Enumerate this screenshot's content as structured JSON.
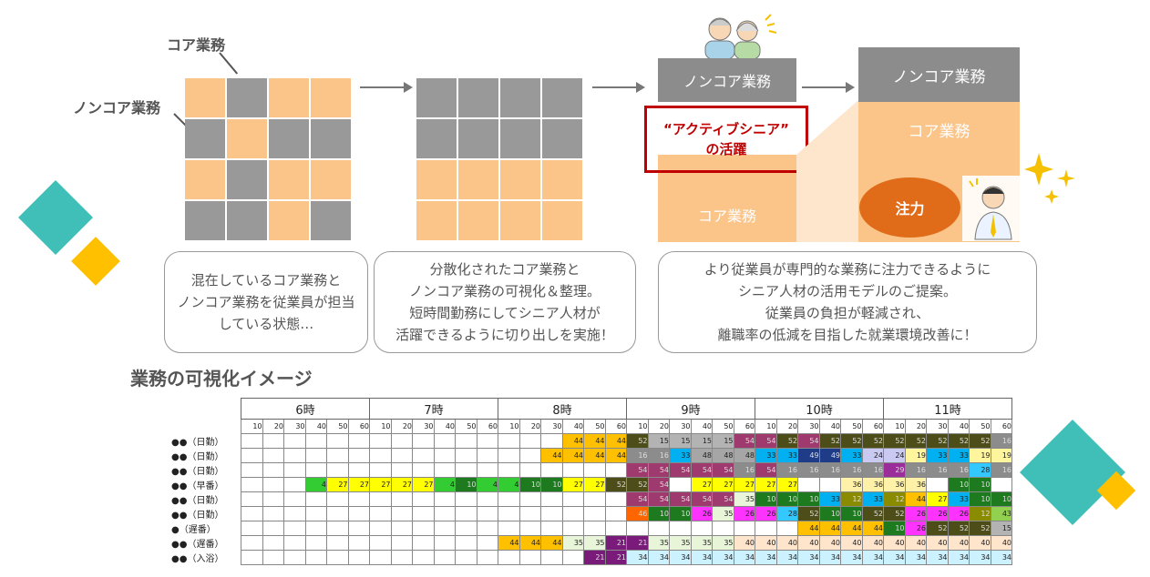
{
  "top_labels": {
    "core": "コア業務",
    "noncore": "ノンコア業務"
  },
  "stage3": {
    "noncore": "ノンコア業務",
    "tag_line1": "“アクティブシニア”",
    "tag_line2": "の活躍",
    "core": "コア業務"
  },
  "stage4": {
    "noncore": "ノンコア業務",
    "core": "コア業務",
    "focus": "注力"
  },
  "descriptions": [
    [
      "混在しているコア業務と",
      "ノンコア業務を従業員が担当",
      "している状態…"
    ],
    [
      "分散化されたコア業務と",
      "ノンコア業務の可視化＆整理。",
      "短時間勤務にしてシニア人材が",
      "活躍できるように切り出しを実施！"
    ],
    [
      "より従業員が専門的な業務に注力できるように",
      "シニア人材の活用モデルのご提案。",
      "従業員の負担が軽減され、",
      "離職率の低減を目指した就業環境改善に！"
    ]
  ],
  "schedule_title": "業務の可視化イメージ",
  "schedule": {
    "hours": [
      "6時",
      "7時",
      "8時",
      "9時",
      "10時",
      "11時"
    ],
    "minutes": [
      "10",
      "20",
      "30",
      "40",
      "50",
      "60"
    ],
    "rows": [
      {
        "label": "●●（日勤）",
        "cells": [
          "",
          "",
          "",
          "",
          "",
          "",
          "",
          "",
          "",
          "",
          "",
          "",
          "",
          "",
          "",
          "44",
          "44",
          "44",
          "52",
          "15",
          "15",
          "15",
          "15",
          "54",
          "54",
          "52",
          "54",
          "52",
          "52",
          "52",
          "52",
          "52",
          "52",
          "52",
          "52",
          "16"
        ]
      },
      {
        "label": "●●（日勤）",
        "cells": [
          "",
          "",
          "",
          "",
          "",
          "",
          "",
          "",
          "",
          "",
          "",
          "",
          "",
          "",
          "44",
          "44",
          "44",
          "44",
          "16",
          "16",
          "33",
          "48",
          "48",
          "48",
          "33",
          "33",
          "49",
          "49",
          "33",
          "24",
          "24",
          "19",
          "33",
          "33",
          "19",
          "19"
        ]
      },
      {
        "label": "●●（日勤）",
        "cells": [
          "",
          "",
          "",
          "",
          "",
          "",
          "",
          "",
          "",
          "",
          "",
          "",
          "",
          "",
          "",
          "",
          "",
          "",
          "54",
          "54",
          "54",
          "54",
          "54",
          "16",
          "54",
          "16",
          "16",
          "16",
          "16",
          "16",
          "29",
          "16",
          "16",
          "16",
          "28",
          "16"
        ]
      },
      {
        "label": "●●（早番）",
        "cells": [
          "",
          "",
          "",
          "4",
          "27",
          "27",
          "27",
          "27",
          "27",
          "4",
          "10",
          "4",
          "4",
          "10",
          "10",
          "27",
          "27",
          "52",
          "52",
          "54",
          "",
          "27",
          "27",
          "27",
          "27",
          "27",
          "",
          "",
          "36",
          "36",
          "36",
          "36",
          "",
          "10",
          "10",
          ""
        ]
      },
      {
        "label": "●●（日勤）",
        "cells": [
          "",
          "",
          "",
          "",
          "",
          "",
          "",
          "",
          "",
          "",
          "",
          "",
          "",
          "",
          "",
          "",
          "",
          "",
          "54",
          "54",
          "54",
          "54",
          "54",
          "35",
          "10",
          "10",
          "10",
          "33",
          "12",
          "33",
          "12",
          "44",
          "27",
          "33",
          "10",
          "10"
        ]
      },
      {
        "label": "●●（日勤）",
        "cells": [
          "",
          "",
          "",
          "",
          "",
          "",
          "",
          "",
          "",
          "",
          "",
          "",
          "",
          "",
          "",
          "",
          "",
          "",
          "46",
          "10",
          "10",
          "26",
          "35",
          "26",
          "26",
          "28",
          "52",
          "10",
          "10",
          "52",
          "52",
          "26",
          "26",
          "26",
          "12",
          "43"
        ]
      },
      {
        "label": "●（遅番）",
        "cells": [
          "",
          "",
          "",
          "",
          "",
          "",
          "",
          "",
          "",
          "",
          "",
          "",
          "",
          "",
          "",
          "",
          "",
          "",
          "",
          "",
          "",
          "",
          "",
          "",
          "",
          "",
          "44",
          "44",
          "44",
          "44",
          "10",
          "26",
          "52",
          "52",
          "52",
          "15"
        ]
      },
      {
        "label": "●●（遅番）",
        "cells": [
          "",
          "",
          "",
          "",
          "",
          "",
          "",
          "",
          "",
          "",
          "",
          "",
          "44",
          "44",
          "44",
          "35",
          "35",
          "21",
          "21",
          "35",
          "35",
          "35",
          "35",
          "40",
          "40",
          "40",
          "40",
          "40",
          "40",
          "40",
          "40",
          "40",
          "40",
          "40",
          "40",
          "40"
        ]
      },
      {
        "label": "●●（入浴）",
        "cells": [
          "",
          "",
          "",
          "",
          "",
          "",
          "",
          "",
          "",
          "",
          "",
          "",
          "",
          "",
          "",
          "",
          "21",
          "21",
          "34",
          "34",
          "34",
          "34",
          "34",
          "34",
          "34",
          "34",
          "34",
          "34",
          "34",
          "34",
          "34",
          "34",
          "34",
          "34",
          "34",
          "34"
        ]
      }
    ]
  },
  "code_colors": {
    "4": "#33cc33",
    "10": "#1e7a1e",
    "12": "#8b8b00",
    "15": "#b3b3b3",
    "16": "#8c8c8c",
    "19": "#fff59d",
    "21": "#7a1a7a",
    "24": "#c9c9f2",
    "26": "#ff33ff",
    "27": "#ffff00",
    "28": "#33c8ff",
    "29": "#9b2d9b",
    "33": "#00b0f0",
    "34": "#ccf2ff",
    "35": "#e8f5d8",
    "36": "#fff2a8",
    "40": "#ffe5cc",
    "43": "#92d050",
    "44": "#ffc000",
    "46": "#ff6600",
    "48": "#a6a6a6",
    "49": "#1f3c88",
    "52": "#4d4d1a",
    "54": "#9e3a6e"
  }
}
